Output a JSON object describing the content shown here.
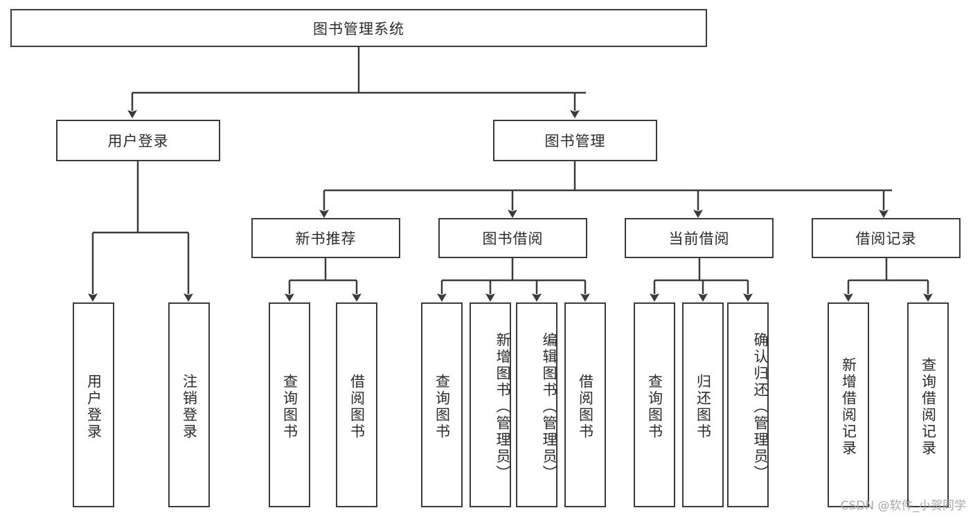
{
  "diagram": {
    "title": "图书管理系统",
    "watermark": "CSDN @软件_小贺同学",
    "line_color": "#3a3a3a",
    "text_color": "#2b2b2b",
    "background_color": "#ffffff",
    "watermark_color": "#a8a8a8"
  },
  "nodes": {
    "root": {
      "label": "图书管理系统"
    },
    "level2": [
      {
        "id": "user-login",
        "label": "用户登录"
      },
      {
        "id": "book-manage",
        "label": "图书管理"
      }
    ],
    "level3": [
      {
        "id": "new-book-rec",
        "label": "新书推荐"
      },
      {
        "id": "book-borrow",
        "label": "图书借阅"
      },
      {
        "id": "current-borrow",
        "label": "当前借阅"
      },
      {
        "id": "borrow-record",
        "label": "借阅记录"
      }
    ],
    "leaves": [
      {
        "id": "leaf-user-login",
        "label": "用户登录",
        "parent": "user-login"
      },
      {
        "id": "leaf-user-logout",
        "label": "注销登录",
        "parent": "user-login"
      },
      {
        "id": "leaf-query-book-1",
        "label": "查询图书",
        "parent": "new-book-rec"
      },
      {
        "id": "leaf-borrow-book-1",
        "label": "借阅图书",
        "parent": "new-book-rec"
      },
      {
        "id": "leaf-query-book-2",
        "label": "查询图书",
        "parent": "book-borrow"
      },
      {
        "id": "leaf-add-book",
        "label": "新增图书（管理员）",
        "parent": "book-borrow"
      },
      {
        "id": "leaf-edit-book",
        "label": "编辑图书（管理员）",
        "parent": "book-borrow"
      },
      {
        "id": "leaf-borrow-book-2",
        "label": "借阅图书",
        "parent": "book-borrow"
      },
      {
        "id": "leaf-query-book-3",
        "label": "查询图书",
        "parent": "current-borrow"
      },
      {
        "id": "leaf-return-book",
        "label": "归还图书",
        "parent": "current-borrow"
      },
      {
        "id": "leaf-confirm-return",
        "label": "确认归还（管理员）",
        "parent": "current-borrow"
      },
      {
        "id": "leaf-add-record",
        "label": "新增借阅记录",
        "parent": "borrow-record"
      },
      {
        "id": "leaf-query-record",
        "label": "查询借阅记录",
        "parent": "borrow-record"
      }
    ]
  }
}
